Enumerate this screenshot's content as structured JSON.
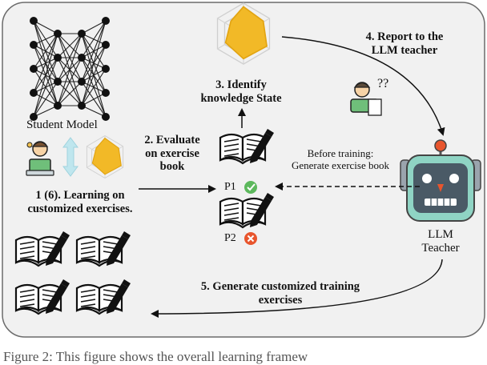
{
  "labels": {
    "student_model": "Student Model",
    "step1_line1": "1 (6). Learning on",
    "step1_line2": "customized exercises.",
    "step2_line1": "2. Evaluate",
    "step2_line2": "on exercise",
    "step2_line3": "book",
    "step3_line1": "3. Identify",
    "step3_line2": "knowledge State",
    "step4_line1": "4. Report to the",
    "step4_line2": "LLM teacher",
    "before_line1": "Before training:",
    "before_line2": "Generate exercise book",
    "p1": "P1",
    "p2": "P2",
    "llm_line1": "LLM",
    "llm_line2": "Teacher",
    "step5_line1": "5. Generate customized training",
    "step5_line2": "exercises",
    "question_marks": "??",
    "caption": "Figure 2: This figure shows the overall learning framew"
  },
  "icons": {
    "neural_network": "neural-network-icon",
    "radar_chart": "radar-chart-icon",
    "student": "student-icon",
    "teacher": "teacher-icon",
    "book": "exercise-book-icon",
    "robot": "robot-icon",
    "check": "check-icon",
    "cross": "cross-icon"
  },
  "colors": {
    "panel_bg": "#f1f1f1",
    "panel_border": "#6b6b6b",
    "radar_fill": "#f2b927",
    "check_green": "#5cb85c",
    "cross_orange": "#e8552d",
    "robot_body": "#8fd4c4",
    "robot_face": "#4a5a66",
    "updown_arrow": "#bfe6ee"
  }
}
